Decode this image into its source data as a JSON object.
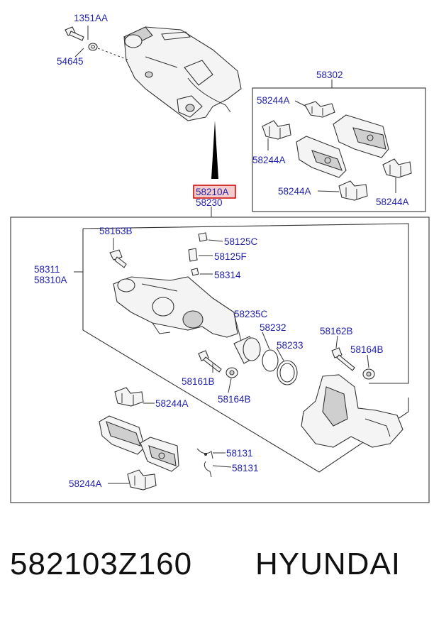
{
  "labels": {
    "l1351aa": "1351AA",
    "l54645": "54645",
    "l58302": "58302",
    "l58244a_1": "58244A",
    "l58244a_2": "58244A",
    "l58244a_3": "58244A",
    "l58244a_4": "58244A",
    "l58210a": "58210A",
    "l58230": "58230",
    "l58163b": "58163B",
    "l58125c": "58125C",
    "l58125f": "58125F",
    "l58311": "58311",
    "l58310a": "58310A",
    "l58314": "58314",
    "l58235c": "58235C",
    "l58232": "58232",
    "l58162b": "58162B",
    "l58233": "58233",
    "l58164b_1": "58164B",
    "l58161b": "58161B",
    "l58164b_2": "58164B",
    "l58244a_5": "58244A",
    "l58131_1": "58131",
    "l58131_2": "58131",
    "l58244a_6": "58244A"
  },
  "footer": {
    "part_number": "582103Z160",
    "brand": "HYUNDAI"
  },
  "colors": {
    "label_text": "#2222aa",
    "highlight_box": "#cc0000",
    "highlight_fill": "#f4cccc",
    "line": "#333333"
  }
}
